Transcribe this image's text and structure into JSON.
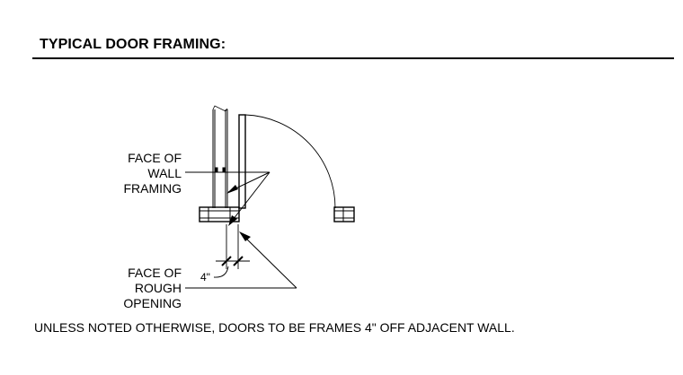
{
  "header": {
    "title": "TYPICAL DOOR FRAMING:"
  },
  "callouts": {
    "face_of_wall_framing": [
      "FACE OF",
      "WALL",
      "FRAMING"
    ],
    "face_of_rough_opening": [
      "FACE OF",
      "ROUGH",
      "OPENING"
    ]
  },
  "dimension": {
    "label": "4\""
  },
  "note": {
    "text": "UNLESS NOTED OTHERWISE, DOORS TO BE FRAMES 4\" OFF ADJACENT WALL."
  }
}
